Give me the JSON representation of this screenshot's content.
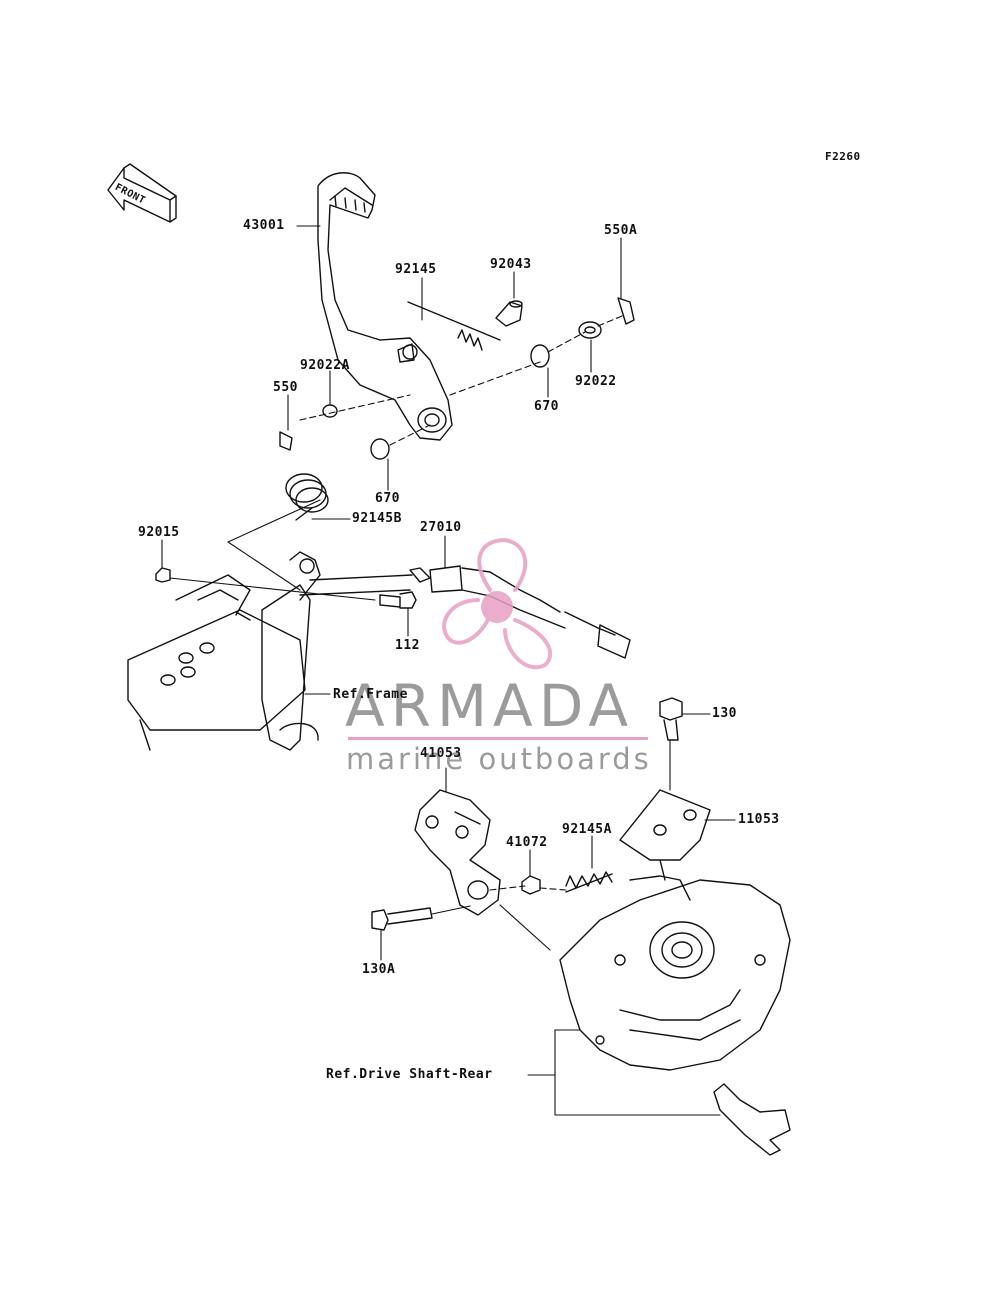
{
  "figure_code": "F2260",
  "front_arrow": "FRONT",
  "watermark": {
    "brand": "ARMADA",
    "tagline": "marine outboards",
    "accent_color": "#e7a0c4",
    "text_color": "#8a8a8a"
  },
  "labels": {
    "p43001": "43001",
    "p92145": "92145",
    "p92043": "92043",
    "p550A": "550A",
    "p92022A": "92022A",
    "p550": "550",
    "p670a": "670",
    "p92022": "92022",
    "p670b": "670",
    "p92145B": "92145B",
    "p92015": "92015",
    "p27010": "27010",
    "p112": "112",
    "refFrame": "Ref.Frame",
    "p130": "130",
    "p41053": "41053",
    "p11053": "11053",
    "p41072": "41072",
    "p92145A": "92145A",
    "p130A": "130A",
    "refDrive": "Ref.Drive Shaft-Rear"
  }
}
